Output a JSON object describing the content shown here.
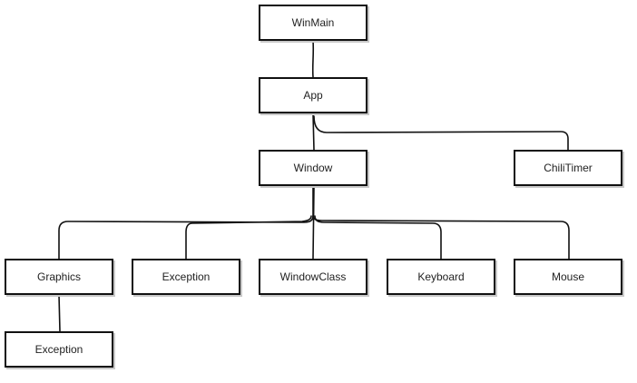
{
  "diagram": {
    "type": "tree",
    "nodes": {
      "winmain": "WinMain",
      "app": "App",
      "window": "Window",
      "chilitimer": "ChiliTimer",
      "graphics": "Graphics",
      "exception_window": "Exception",
      "windowclass": "WindowClass",
      "keyboard": "Keyboard",
      "mouse": "Mouse",
      "exception_graphics": "Exception"
    },
    "edges": [
      [
        "winmain",
        "app"
      ],
      [
        "app",
        "window"
      ],
      [
        "app",
        "chilitimer"
      ],
      [
        "window",
        "graphics"
      ],
      [
        "window",
        "exception_window"
      ],
      [
        "window",
        "windowclass"
      ],
      [
        "window",
        "keyboard"
      ],
      [
        "window",
        "mouse"
      ],
      [
        "graphics",
        "exception_graphics"
      ]
    ]
  }
}
